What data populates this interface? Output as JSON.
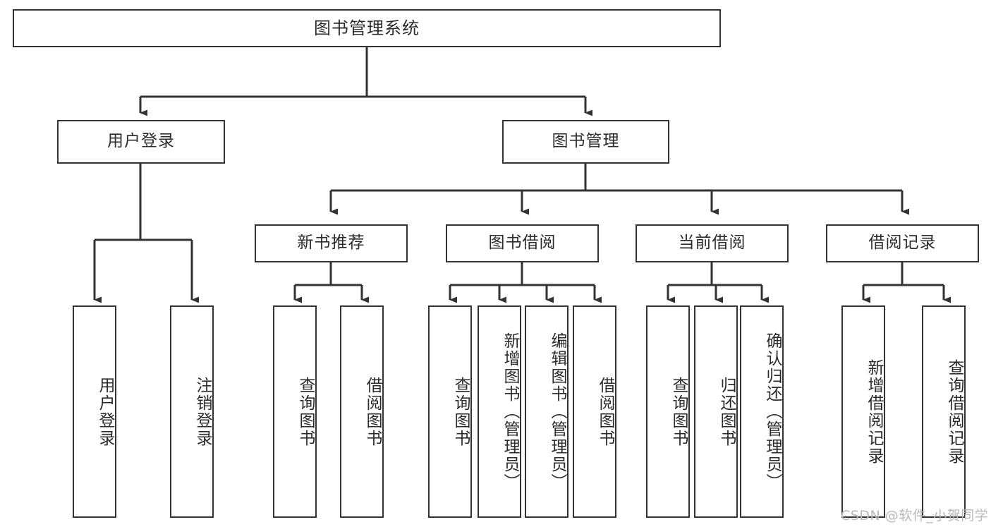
{
  "diagram": {
    "title": "图书管理系统",
    "type": "tree",
    "levels": {
      "root": {
        "label": "图书管理系统"
      },
      "level2": [
        {
          "id": "user-login",
          "label": "用户登录"
        },
        {
          "id": "book-management",
          "label": "图书管理"
        }
      ],
      "level3": [
        {
          "id": "new-book-recommend",
          "label": "新书推荐"
        },
        {
          "id": "book-borrow",
          "label": "图书借阅"
        },
        {
          "id": "current-borrow",
          "label": "当前借阅"
        },
        {
          "id": "borrow-record",
          "label": "借阅记录"
        }
      ],
      "leaves": [
        {
          "id": "leaf-user-login",
          "label": "用户登录"
        },
        {
          "id": "leaf-logout-login",
          "label": "注销登录"
        },
        {
          "id": "leaf-query-book-1",
          "label": "查询图书"
        },
        {
          "id": "leaf-borrow-book-1",
          "label": "借阅图书"
        },
        {
          "id": "leaf-query-book-2",
          "label": "查询图书"
        },
        {
          "id": "leaf-add-book-admin",
          "label": "新增图书（管理员）"
        },
        {
          "id": "leaf-edit-book-admin",
          "label": "编辑图书（管理员）"
        },
        {
          "id": "leaf-borrow-book-2",
          "label": "借阅图书"
        },
        {
          "id": "leaf-query-book-3",
          "label": "查询图书"
        },
        {
          "id": "leaf-return-book",
          "label": "归还图书"
        },
        {
          "id": "leaf-confirm-return-admin",
          "label": "确认归还（管理员）"
        },
        {
          "id": "leaf-add-borrow-record",
          "label": "新增借阅记录"
        },
        {
          "id": "leaf-query-borrow-record",
          "label": "查询借阅记录"
        }
      ]
    },
    "colors": {
      "stroke": "#333333",
      "fill": "#ffffff",
      "text": "#2b2b2b",
      "watermark": "#b9b9b9"
    }
  },
  "watermark": {
    "text": "CSDN @软件_小贺同学"
  }
}
